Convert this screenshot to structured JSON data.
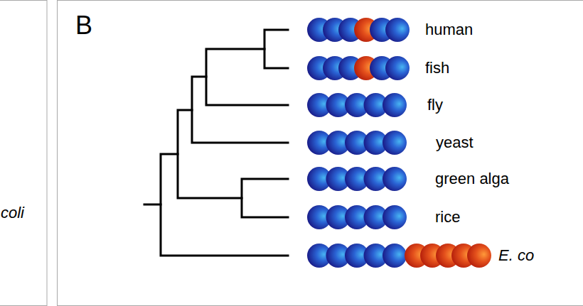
{
  "diagram": {
    "labels": [
      "coli",
      "B",
      "human",
      "fish",
      "fly",
      "yeast",
      "green alga",
      "rice",
      "E. co"
    ]
  }
}
